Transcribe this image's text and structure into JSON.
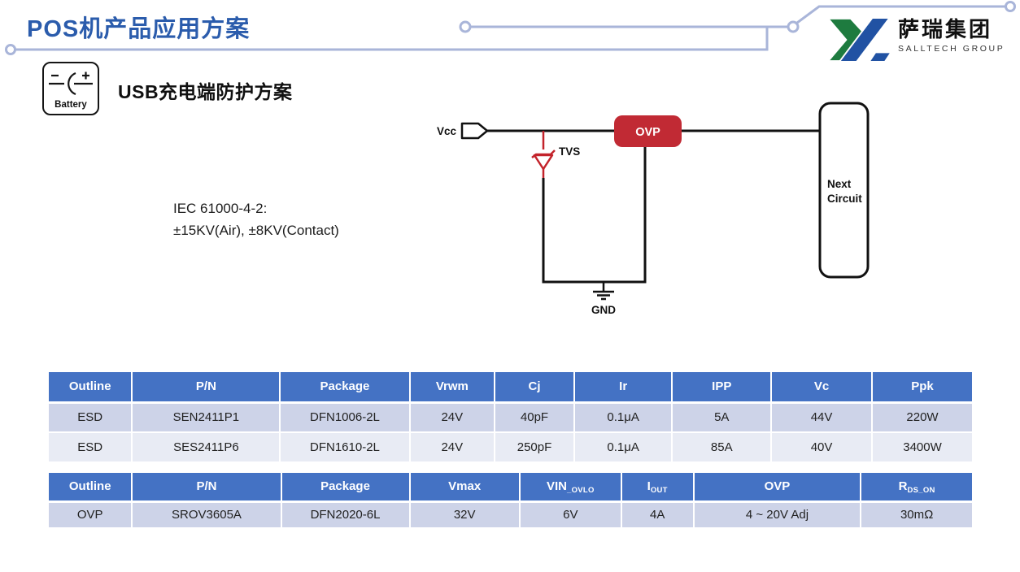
{
  "header": {
    "title": "POS机产品应用方案",
    "logo": {
      "cn": "萨瑞集团",
      "en": "SALLTECH GROUP"
    }
  },
  "section": {
    "battery_label": "Battery",
    "heading": "USB充电端防护方案",
    "iec_line1": "IEC 61000-4-2:",
    "iec_line2": "±15KV(Air), ±8KV(Contact)"
  },
  "circuit": {
    "vcc_label": "Vcc",
    "tvs_label": "TVS",
    "ovp_label": "OVP",
    "next_circuit_line1": "Next",
    "next_circuit_line2": "Circuit",
    "gnd_label": "GND"
  },
  "colors": {
    "title_blue": "#2B5CAC",
    "table_header_blue": "#4472C4",
    "row_light": "#CDD3E8",
    "row_lighter": "#E8EBF4",
    "ovp_red": "#C12A34",
    "tvs_red": "#C3232B",
    "trace_blue": "#A9B5D9",
    "logo_green": "#1E7B3F",
    "logo_blue": "#2152A3"
  },
  "esd_table": {
    "headers": [
      {
        "main": "Outline",
        "sub": ""
      },
      {
        "main": "P/N",
        "sub": ""
      },
      {
        "main": "Package",
        "sub": ""
      },
      {
        "main": "Vrwm",
        "sub": ""
      },
      {
        "main": "Cj",
        "sub": ""
      },
      {
        "main": "Ir",
        "sub": ""
      },
      {
        "main": "IPP",
        "sub": ""
      },
      {
        "main": "Vc",
        "sub": ""
      },
      {
        "main": "Ppk",
        "sub": ""
      }
    ],
    "rows": [
      [
        "ESD",
        "SEN2411P1",
        "DFN1006-2L",
        "24V",
        "40pF",
        "0.1μA",
        "5A",
        "44V",
        "220W"
      ],
      [
        "ESD",
        "SES2411P6",
        "DFN1610-2L",
        "24V",
        "250pF",
        "0.1μA",
        "85A",
        "40V",
        "3400W"
      ]
    ]
  },
  "ovp_table": {
    "headers": [
      {
        "main": "Outline",
        "sub": ""
      },
      {
        "main": "P/N",
        "sub": ""
      },
      {
        "main": "Package",
        "sub": ""
      },
      {
        "main": "Vmax",
        "sub": ""
      },
      {
        "main": "VIN",
        "sub": "_OVLO"
      },
      {
        "main": "I",
        "sub": "OUT"
      },
      {
        "main": "OVP",
        "sub": ""
      },
      {
        "main": "R",
        "sub": "DS_ON"
      }
    ],
    "rows": [
      [
        "OVP",
        "SROV3605A",
        "DFN2020-6L",
        "32V",
        "6V",
        "4A",
        "4 ~ 20V Adj",
        "30mΩ"
      ]
    ]
  }
}
